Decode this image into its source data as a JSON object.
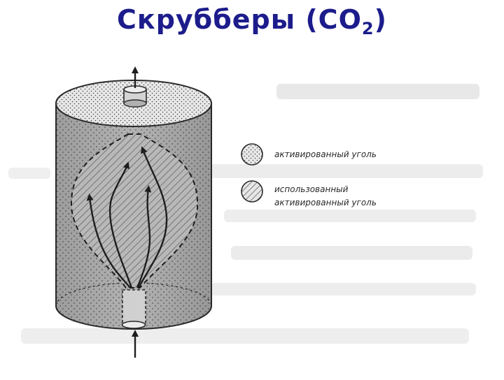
{
  "title": {
    "main": "Скрубберы (CO",
    "subscript": "2",
    "close": ")"
  },
  "legend": {
    "items": [
      {
        "label_lines": [
          "активированный уголь"
        ],
        "pattern": "dots"
      },
      {
        "label_lines": [
          "использованный",
          "активированный уголь"
        ],
        "pattern": "hatch"
      }
    ]
  },
  "colors": {
    "title": "#1c1c8c",
    "drawing": "#2b2b2b",
    "fill": "#a9a9a9",
    "background_text": "#d6d6d6"
  }
}
